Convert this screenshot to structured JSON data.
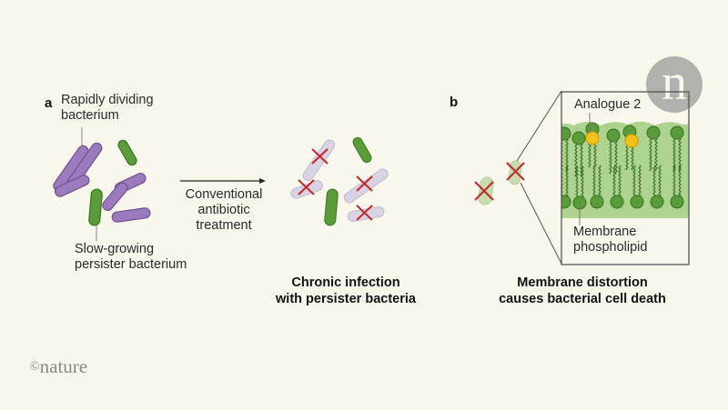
{
  "panel_a": {
    "letter": "a",
    "label_rapid_1": "Rapidly dividing",
    "label_rapid_2": "bacterium",
    "label_slow_1": "Slow-growing",
    "label_slow_2": "persister bacterium",
    "arrow_label_1": "Conventional",
    "arrow_label_2": "antibiotic",
    "arrow_label_3": "treatment",
    "caption_1": "Chronic infection",
    "caption_2": "with persister bacteria"
  },
  "panel_b": {
    "letter": "b",
    "label_analogue": "Analogue 2",
    "label_membrane_1": "Membrane",
    "label_membrane_2": "phospholipid",
    "caption_1": "Membrane distortion",
    "caption_2": "causes bacterial cell death"
  },
  "footer": {
    "copyright_symbol": "©",
    "publisher": "nature"
  },
  "logo": {
    "letter": "n"
  },
  "colors": {
    "background": "#faf7ec",
    "rapid_bacterium": "#9b7bbd",
    "persister_bacterium": "#5a9b3a",
    "dead_bacterium": "#d8d2e2",
    "cross": "#c0282b",
    "membrane": "#a9d18a",
    "phospholipid_head": "#5a9b3a",
    "analogue": "#f2c21b"
  }
}
